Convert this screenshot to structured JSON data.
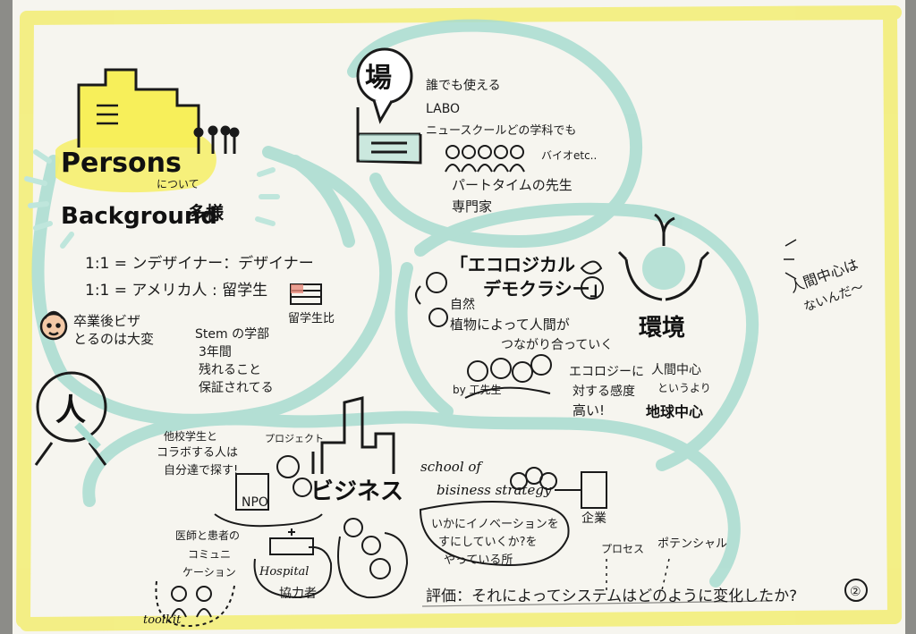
{
  "page_number": "②",
  "persons": {
    "title": "Persons",
    "sub": "について",
    "background_label": "Background",
    "background_suffix": "多様",
    "line1": "1:1 = ンデザイナー：デザイナー",
    "line2": "1:1 = アメリカ人 : 留学生",
    "flag_caption": "留学生比",
    "visa_line1": "卒業後ビザ",
    "visa_line2": "とるのは大変",
    "stem_line1": "Stem の学部",
    "stem_line2": "3年間",
    "stem_line3": "残れること",
    "stem_line4": "保証されてる",
    "person_char": "人"
  },
  "ba": {
    "kanji": "場",
    "line1": "誰でも使える",
    "line2": "LABO",
    "line3": "ニュースクールどの学科でも",
    "bio": "バイオetc..",
    "line4": "パートタイムの先生",
    "line5": "専門家"
  },
  "eco": {
    "title1": "「エコロジカル",
    "title2": "デモクラシー」",
    "line1": "自然",
    "line2": "植物によって人間が",
    "line3": "つながり合っていく",
    "by": "by 工先生",
    "kankyo": "環境",
    "right1": "エコロジーに",
    "right2": "対する感度",
    "right3": "高い!",
    "center1": "人間中心",
    "center2": "というより",
    "center3": "地球中心",
    "side1": "人間中心は",
    "side2": "ないんだ〜"
  },
  "business": {
    "univ1": "他校学生と",
    "univ2": "コラボする人は",
    "univ3": "自分達で探す!",
    "project": "プロジェクト",
    "npo": "NPO",
    "title": "ビジネス",
    "school1": "school of",
    "school2": "bisiness strategy",
    "company": "企業",
    "innov1": "いかにイノベーションを",
    "innov2": "すにしていくか?を",
    "innov3": "やっている所",
    "process": "プロセス",
    "potential": "ポテンシャル",
    "doctor1": "医師と患者の",
    "doctor2": "コミュニ",
    "doctor3": "ケーション",
    "toolkit": "toolkit",
    "hospital": "Hospital",
    "partner": "協力者",
    "hyoka": "評価：それによってシステムはどのように変化したか?"
  }
}
